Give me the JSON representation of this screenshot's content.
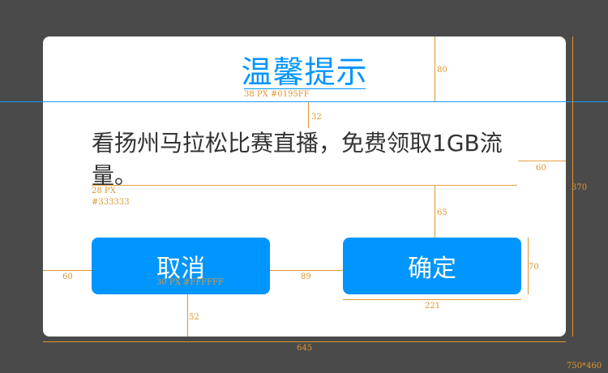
{
  "dialog": {
    "title": "温馨提示",
    "message": "看扬州马拉松比赛直播，免费领取1GB流量。",
    "cancel_label": "取消",
    "confirm_label": "确定"
  },
  "annotations": {
    "title_spec": "38 PX  #0195FF",
    "message_spec_size": "28 PX",
    "message_spec_color": "#333333",
    "button_spec": "30 PX  #FFFFFF",
    "dim_title_height": "80",
    "dim_title_to_message": "32",
    "dim_right_margin": "60",
    "dim_message_to_button": "65",
    "dim_left_margin": "60",
    "dim_button_gap": "89",
    "dim_button_height": "70",
    "dim_button_width": "221",
    "dim_bottom": "52",
    "dim_dialog_width": "645",
    "dim_dialog_height": "370",
    "canvas_size": "750*460"
  },
  "colors": {
    "accent": "#0195FF",
    "text": "#333333",
    "button_text": "#FFFFFF",
    "background": "#4a4a4a",
    "annotation": "#e0962f"
  }
}
